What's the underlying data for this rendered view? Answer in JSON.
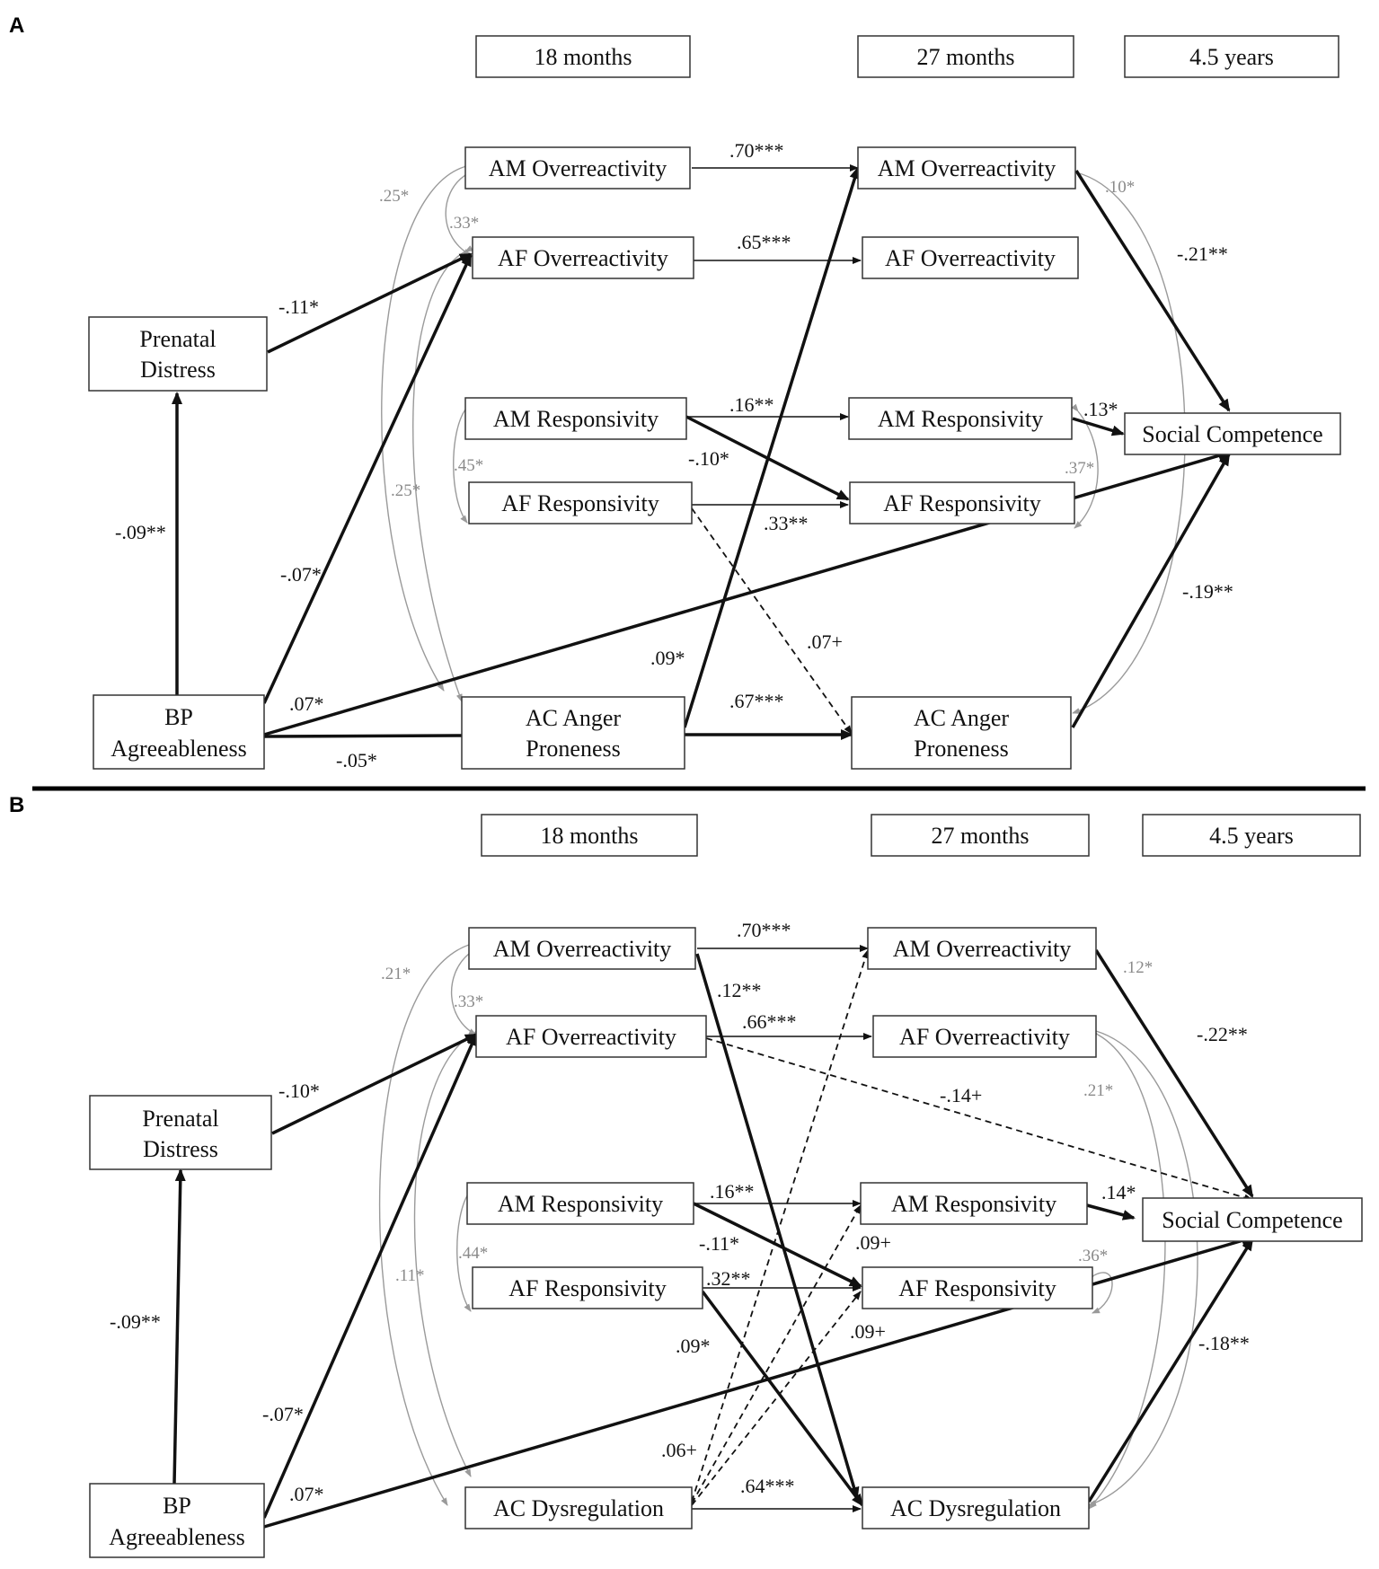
{
  "panels": {
    "a": {
      "letter": "A",
      "time_labels": {
        "t18": "18 months",
        "t27": "27 months",
        "t45": "4.5 years"
      },
      "nodes": {
        "prenatal": [
          "Prenatal",
          "Distress"
        ],
        "bp": [
          "BP",
          "Agreeableness"
        ],
        "am_over_18": [
          "AM Overreactivity"
        ],
        "af_over_18": [
          "AF Overreactivity"
        ],
        "am_resp_18": [
          "AM Responsivity"
        ],
        "af_resp_18": [
          "AF Responsivity"
        ],
        "ac_18": [
          "AC Anger",
          "Proneness"
        ],
        "am_over_27": [
          "AM Overreactivity"
        ],
        "af_over_27": [
          "AF Overreactivity"
        ],
        "am_resp_27": [
          "AM Responsivity"
        ],
        "af_resp_27": [
          "AF Responsivity"
        ],
        "ac_27": [
          "AC Anger",
          "Proneness"
        ],
        "social": [
          "Social Competence"
        ]
      },
      "edges": [
        {
          "from": "bp",
          "to": "prenatal",
          "style": "thick",
          "label": "-.09**"
        },
        {
          "from": "prenatal",
          "to": "af_over_18",
          "style": "thick",
          "label": "-.11*"
        },
        {
          "from": "bp",
          "to": "af_over_18",
          "style": "thick",
          "label": "-.07*"
        },
        {
          "from": "bp",
          "to": "social",
          "style": "thick",
          "label": ".07*"
        },
        {
          "from": "bp",
          "to": "ac_18",
          "style": "thick",
          "label": "-.05*"
        },
        {
          "from": "am_over_18",
          "to": "am_over_27",
          "style": "thin",
          "label": ".70***"
        },
        {
          "from": "af_over_18",
          "to": "af_over_27",
          "style": "thin",
          "label": ".65***"
        },
        {
          "from": "am_resp_18",
          "to": "am_resp_27",
          "style": "thin",
          "label": ".16**"
        },
        {
          "from": "am_resp_18",
          "to": "af_resp_27",
          "style": "thick",
          "label": "-.10*"
        },
        {
          "from": "af_resp_18",
          "to": "af_resp_27",
          "style": "thin",
          "label": ".33**"
        },
        {
          "from": "af_resp_18",
          "to": "ac_27",
          "style": "dashed",
          "label": ".07+"
        },
        {
          "from": "ac_18",
          "to": "am_over_27",
          "style": "thick",
          "label": ".09*"
        },
        {
          "from": "ac_18",
          "to": "ac_27",
          "style": "thick",
          "label": ".67***"
        },
        {
          "from": "am_over_27",
          "to": "social",
          "style": "thick",
          "label": "-.21**"
        },
        {
          "from": "am_resp_27",
          "to": "social",
          "style": "thick",
          "label": ".13*"
        },
        {
          "from": "ac_27",
          "to": "social",
          "style": "thick",
          "label": "-.19**"
        }
      ],
      "correlations": [
        {
          "label": ".25*"
        },
        {
          "label": ".33*"
        },
        {
          "label": ".45*"
        },
        {
          "label": ".25*"
        },
        {
          "label": ".10*"
        },
        {
          "label": ".37*"
        }
      ]
    },
    "b": {
      "letter": "B",
      "time_labels": {
        "t18": "18 months",
        "t27": "27 months",
        "t45": "4.5 years"
      },
      "nodes": {
        "prenatal": [
          "Prenatal",
          "Distress"
        ],
        "bp": [
          "BP",
          "Agreeableness"
        ],
        "am_over_18": [
          "AM Overreactivity"
        ],
        "af_over_18": [
          "AF Overreactivity"
        ],
        "am_resp_18": [
          "AM Responsivity"
        ],
        "af_resp_18": [
          "AF Responsivity"
        ],
        "ac_18": [
          "AC Dysregulation"
        ],
        "am_over_27": [
          "AM Overreactivity"
        ],
        "af_over_27": [
          "AF Overreactivity"
        ],
        "am_resp_27": [
          "AM Responsivity"
        ],
        "af_resp_27": [
          "AF Responsivity"
        ],
        "ac_27": [
          "AC Dysregulation"
        ],
        "social": [
          "Social Competence"
        ]
      },
      "edges": [
        {
          "from": "bp",
          "to": "prenatal",
          "style": "thick",
          "label": "-.09**"
        },
        {
          "from": "prenatal",
          "to": "af_over_18",
          "style": "thick",
          "label": "-.10*"
        },
        {
          "from": "bp",
          "to": "af_over_18",
          "style": "thick",
          "label": "-.07*"
        },
        {
          "from": "bp",
          "to": "social",
          "style": "thick",
          "label": ".07*"
        },
        {
          "from": "am_over_18",
          "to": "am_over_27",
          "style": "thin",
          "label": ".70***"
        },
        {
          "from": "am_over_18",
          "to": "ac_27",
          "style": "thick",
          "label": ".12**"
        },
        {
          "from": "af_over_18",
          "to": "af_over_27",
          "style": "thin",
          "label": ".66***"
        },
        {
          "from": "af_over_18",
          "to": "social",
          "style": "dashed",
          "label": "-.14+"
        },
        {
          "from": "am_resp_18",
          "to": "am_resp_27",
          "style": "thin",
          "label": ".16**"
        },
        {
          "from": "am_resp_18",
          "to": "af_resp_27",
          "style": "thick",
          "label": "-.11*"
        },
        {
          "from": "af_resp_18",
          "to": "af_resp_27",
          "style": "thin",
          "label": ".32**"
        },
        {
          "from": "af_resp_18",
          "to": "ac_27",
          "style": "thick",
          "label": ".09*"
        },
        {
          "from": "ac_18",
          "to": "am_over_27",
          "style": "dashed",
          "label": ".06+"
        },
        {
          "from": "ac_18",
          "to": "am_resp_27",
          "style": "dashed",
          "label": ".09+"
        },
        {
          "from": "ac_18",
          "to": "af_resp_27",
          "style": "dashed",
          "label": ".09+"
        },
        {
          "from": "ac_18",
          "to": "ac_27",
          "style": "thin",
          "label": ".64***"
        },
        {
          "from": "am_over_27",
          "to": "social",
          "style": "thick",
          "label": "-.22**"
        },
        {
          "from": "am_resp_27",
          "to": "social",
          "style": "thick",
          "label": ".14*"
        },
        {
          "from": "ac_27",
          "to": "social",
          "style": "thick",
          "label": "-.18**"
        }
      ],
      "correlations": [
        {
          "label": ".21*"
        },
        {
          "label": ".33*"
        },
        {
          "label": ".44*"
        },
        {
          "label": ".11*"
        },
        {
          "label": ".12*"
        },
        {
          "label": ".21*"
        },
        {
          "label": ".36*"
        }
      ]
    }
  }
}
